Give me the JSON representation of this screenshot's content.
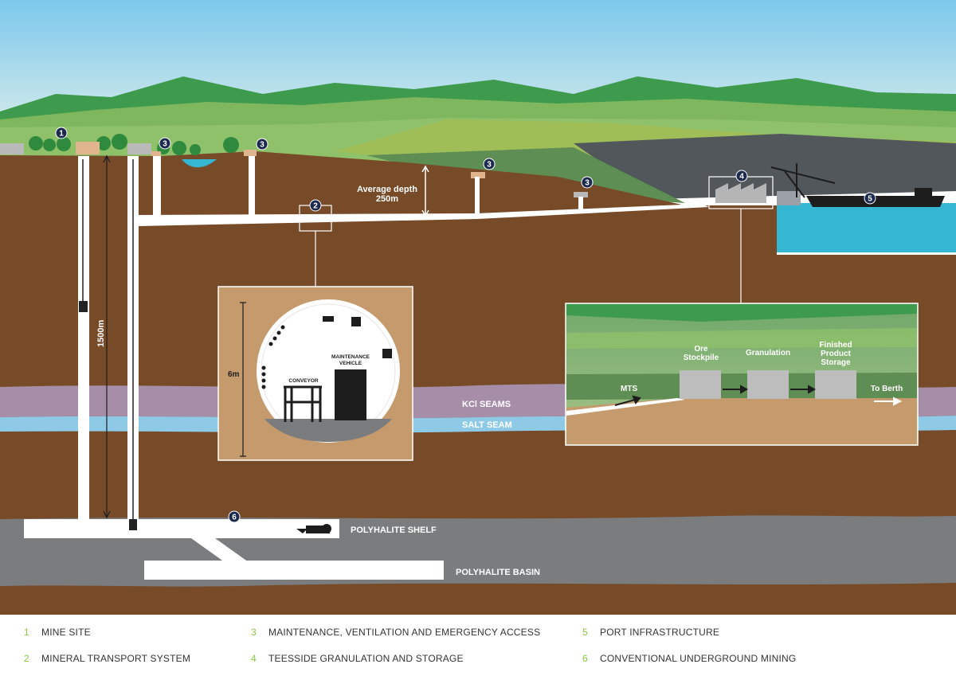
{
  "labels": {
    "average_depth_line1": "Average depth",
    "average_depth_line2": "250m",
    "shaft_depth": "1500m",
    "kcl_seams": "KCl SEAMS",
    "salt_seam": "SALT SEAM",
    "polyhalite_shelf": "POLYHALITE SHELF",
    "polyhalite_basin": "POLYHALITE BASIN"
  },
  "tunnel_inset": {
    "height_label": "6m",
    "conveyor_label": "CONVEYOR",
    "vehicle_line1": "MAINTENANCE",
    "vehicle_line2": "VEHICLE"
  },
  "process_inset": {
    "mts": "MTS",
    "ore_line1": "Ore",
    "ore_line2": "Stockpile",
    "granulation": "Granulation",
    "finished_line1": "Finished",
    "finished_line2": "Product",
    "finished_line3": "Storage",
    "to_berth": "To Berth"
  },
  "badges": [
    "1",
    "2",
    "3",
    "4",
    "5",
    "6"
  ],
  "legend": [
    {
      "number": "1",
      "label": "MINE SITE"
    },
    {
      "number": "2",
      "label": "MINERAL TRANSPORT SYSTEM"
    },
    {
      "number": "3",
      "label": "MAINTENANCE, VENTILATION AND EMERGENCY ACCESS"
    },
    {
      "number": "4",
      "label": "TEESSIDE GRANULATION AND STORAGE"
    },
    {
      "number": "5",
      "label": "PORT INFRASTRUCTURE"
    },
    {
      "number": "6",
      "label": "CONVENTIONAL UNDERGROUND MINING"
    }
  ],
  "colors": {
    "sky": "#8fd0ec",
    "earth": "#774a28",
    "kcl": "#a68ea8",
    "salt": "#8ec9e6",
    "polyhalite": "#7b7c7d",
    "sea": "#35b6d3",
    "badge": "#1c2a4e",
    "legend_number": "#8cc63f"
  }
}
